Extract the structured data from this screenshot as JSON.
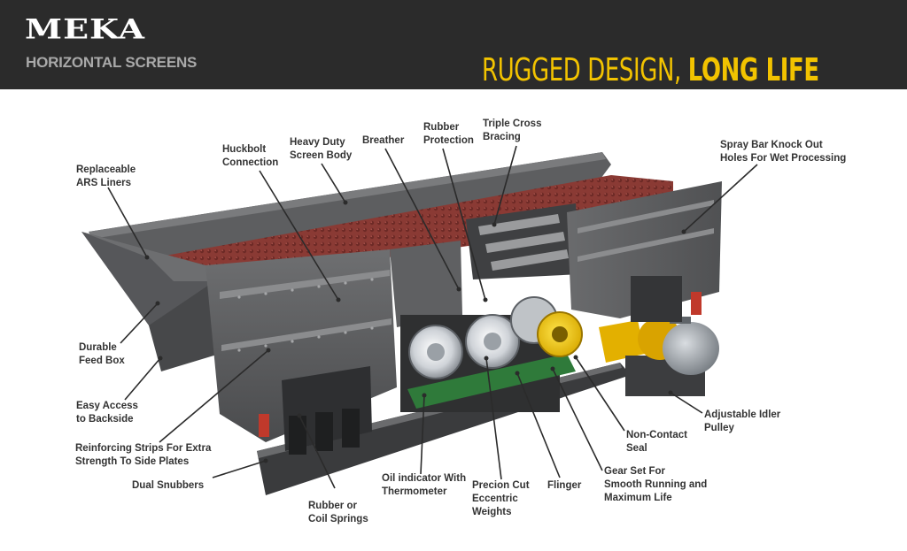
{
  "header": {
    "brand": "MEKA",
    "product": "HORIZONTAL SCREENS",
    "tagline_light": "RUGGED DESIGN, ",
    "tagline_bold": "LONG LIFE",
    "colors": {
      "band": "#2b2b2b",
      "accent": "#f2c300",
      "subtitle": "#a9a9a9"
    }
  },
  "callouts": [
    {
      "id": "replaceable-ars-liners",
      "text": "Replaceable\nARS Liners"
    },
    {
      "id": "huckbolt-connection",
      "text": "Huckbolt\nConnection"
    },
    {
      "id": "heavy-duty-screen-body",
      "text": "Heavy Duty\nScreen Body"
    },
    {
      "id": "breather",
      "text": "Breather"
    },
    {
      "id": "rubber-protection",
      "text": "Rubber\nProtection"
    },
    {
      "id": "triple-cross-bracing",
      "text": "Triple Cross\nBracing"
    },
    {
      "id": "spray-bar-holes",
      "text": "Spray Bar Knock Out\nHoles For Wet Processing"
    },
    {
      "id": "durable-feed-box",
      "text": "Durable\nFeed Box"
    },
    {
      "id": "easy-access",
      "text": "Easy Access\nto Backside"
    },
    {
      "id": "reinforcing-strips",
      "text": "Reinforcing Strips For Extra\nStrength To Side Plates"
    },
    {
      "id": "dual-snubbers",
      "text": "Dual Snubbers"
    },
    {
      "id": "springs",
      "text": "Rubber or\nCoil Springs"
    },
    {
      "id": "oil-indicator",
      "text": "Oil indicator With\nThermometer"
    },
    {
      "id": "eccentric-weights",
      "text": "Precion Cut\nEccentric\nWeights"
    },
    {
      "id": "flinger",
      "text": "Flinger"
    },
    {
      "id": "gear-set",
      "text": "Gear Set For\nSmooth Running and\nMaximum Life"
    },
    {
      "id": "non-contact-seal",
      "text": "Non-Contact\nSeal"
    },
    {
      "id": "adjustable-idler-pulley",
      "text": "Adjustable Idler\nPulley"
    }
  ]
}
